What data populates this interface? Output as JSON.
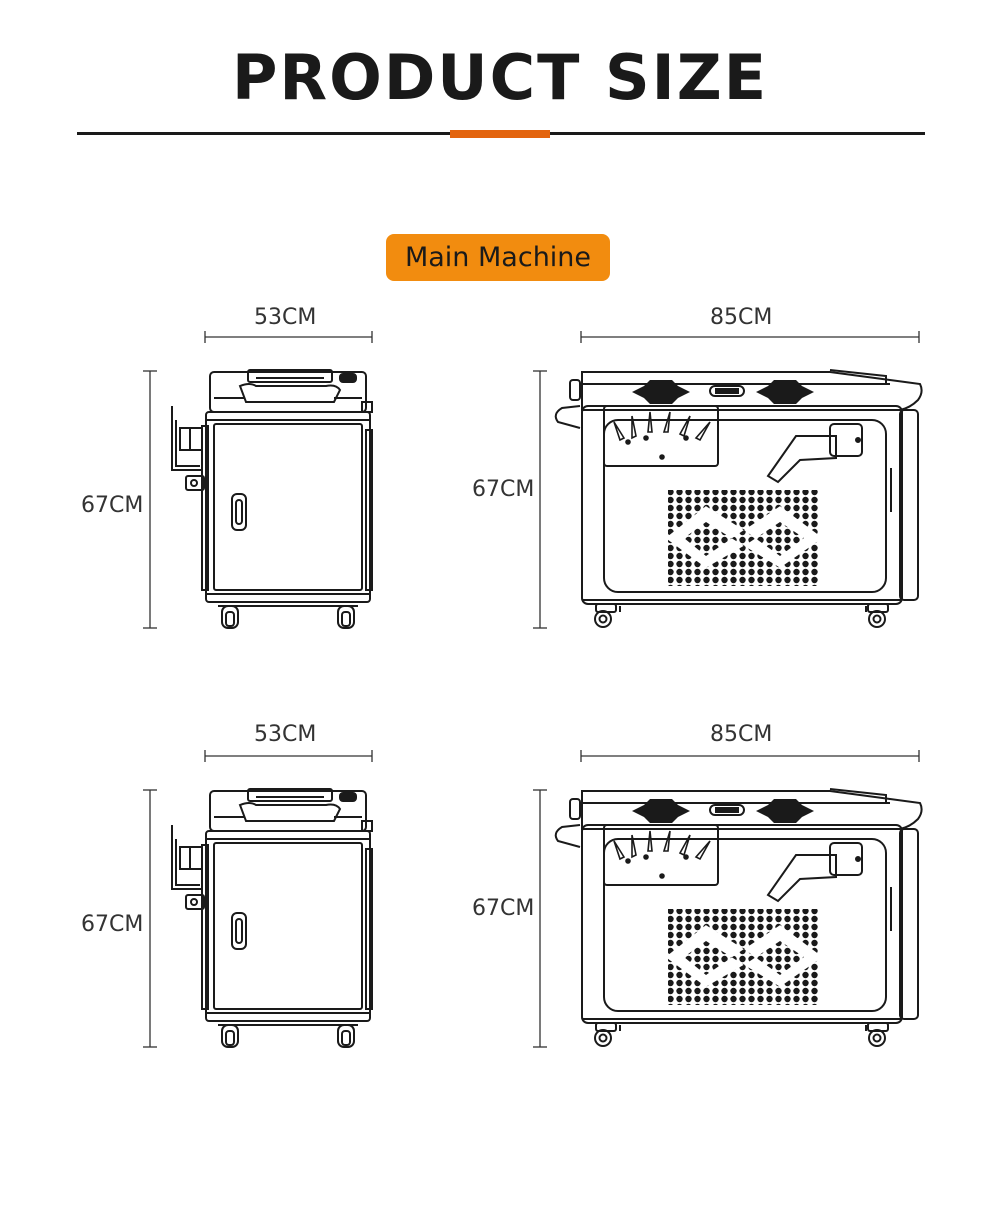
{
  "header": {
    "title": "PRODUCT SIZE",
    "badge": "Main Machine"
  },
  "set_1": {
    "front": {
      "width_label": "53CM",
      "height_label": "67CM"
    },
    "side": {
      "width_label": "85CM",
      "height_label": "67CM"
    }
  },
  "set_2": {
    "front": {
      "width_label": "53CM",
      "height_label": "67CM"
    },
    "side": {
      "width_label": "85CM",
      "height_label": "67CM"
    }
  },
  "colors": {
    "accent": "#f28c0f",
    "rule_accent": "#e3640e",
    "line": "#1a1a1a"
  }
}
